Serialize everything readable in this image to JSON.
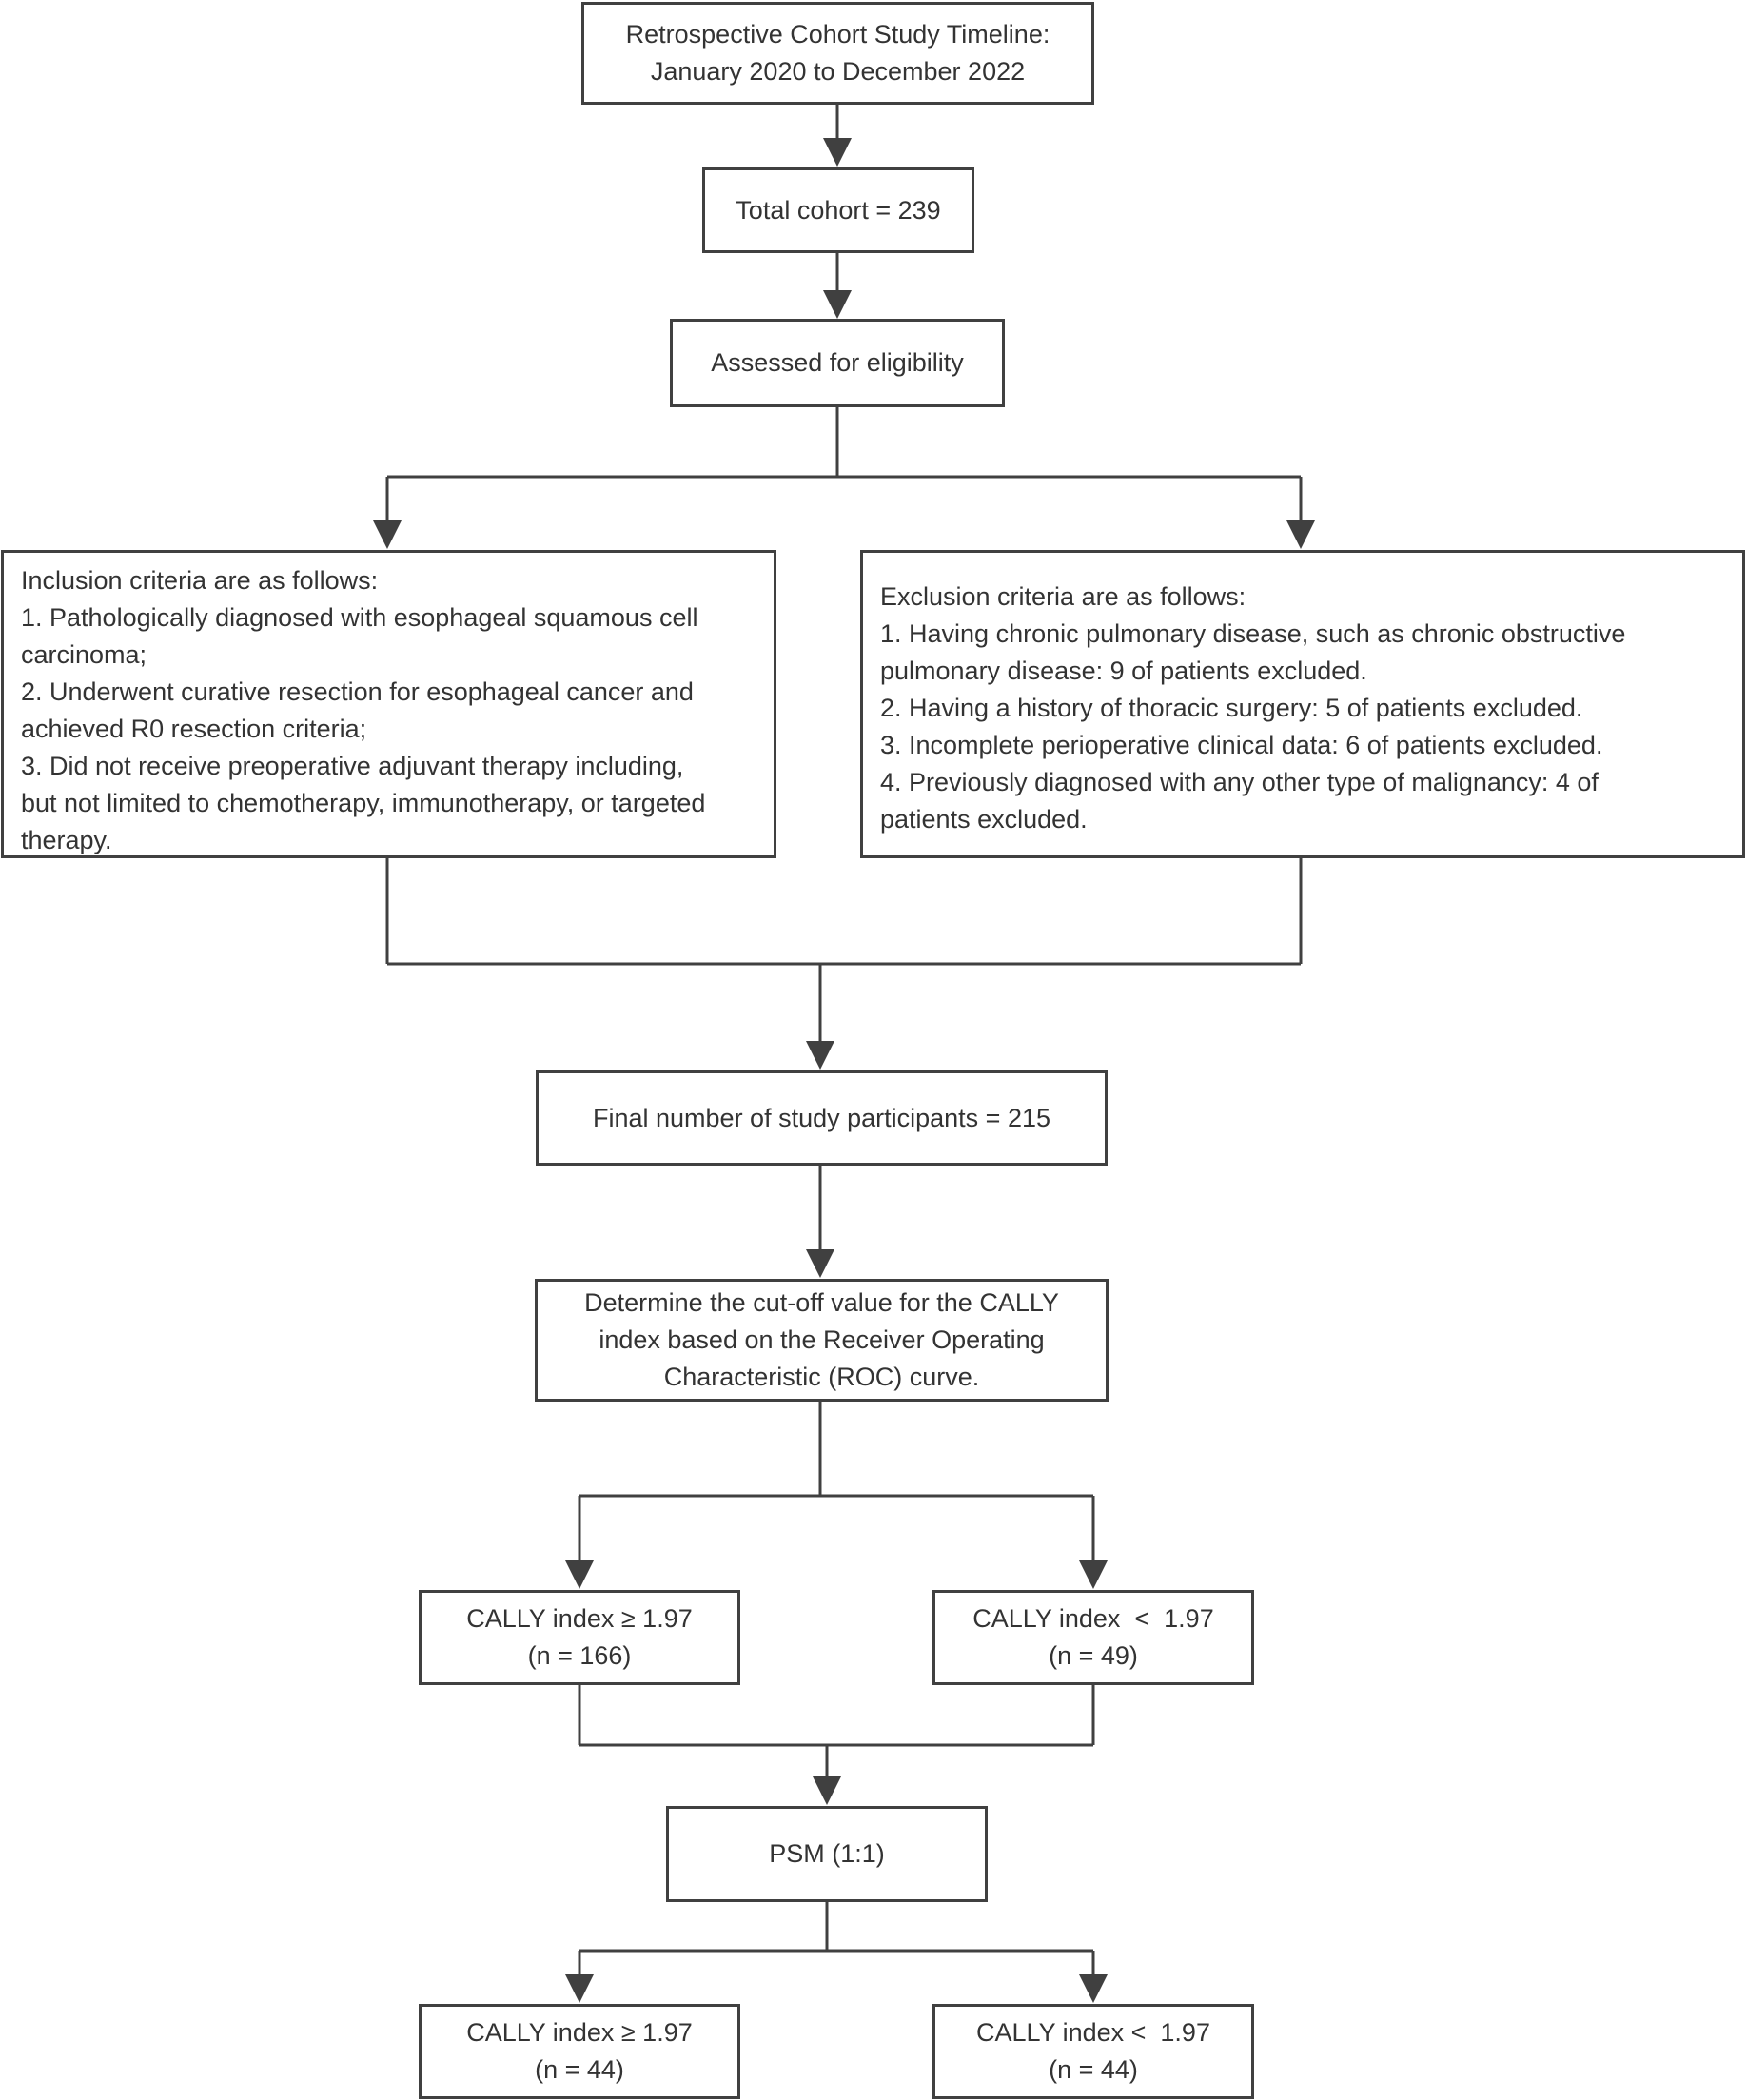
{
  "boxes": {
    "timeline": [
      "Retrospective Cohort Study Timeline:",
      "January 2020 to December 2022"
    ],
    "total": [
      "Total cohort = 239"
    ],
    "eligibility": [
      "Assessed for eligibility"
    ],
    "inclusion": [
      "Inclusion criteria are as follows:",
      "1. Pathologically diagnosed with esophageal squamous cell",
      "carcinoma;",
      "2. Underwent curative resection for esophageal cancer and",
      "achieved R0 resection criteria;",
      "3. Did not receive preoperative adjuvant therapy including,",
      "but not limited to chemotherapy, immunotherapy, or targeted",
      "therapy."
    ],
    "exclusion": [
      "Exclusion criteria are as follows:",
      "1. Having chronic pulmonary disease, such as chronic obstructive",
      "pulmonary disease: 9 of patients excluded.",
      "2. Having a history of thoracic surgery: 5 of patients excluded.",
      "3. Incomplete perioperative clinical data: 6 of patients excluded.",
      "4. Previously diagnosed with any other type of malignancy: 4 of",
      "patients excluded."
    ],
    "final": [
      "Final number of study participants = 215"
    ],
    "cutoff": [
      "Determine the cut-off value for the CALLY",
      "index based on the Receiver Operating",
      "Characteristic (ROC) curve."
    ],
    "high1": [
      "CALLY index ≥ 1.97",
      "(n = 166)"
    ],
    "low1": [
      "CALLY index  <  1.97",
      "(n = 49)"
    ],
    "psm": [
      "PSM (1:1)"
    ],
    "high2": [
      "CALLY index ≥ 1.97",
      "(n = 44)"
    ],
    "low2": [
      "CALLY index <  1.97",
      "(n = 44)"
    ]
  }
}
